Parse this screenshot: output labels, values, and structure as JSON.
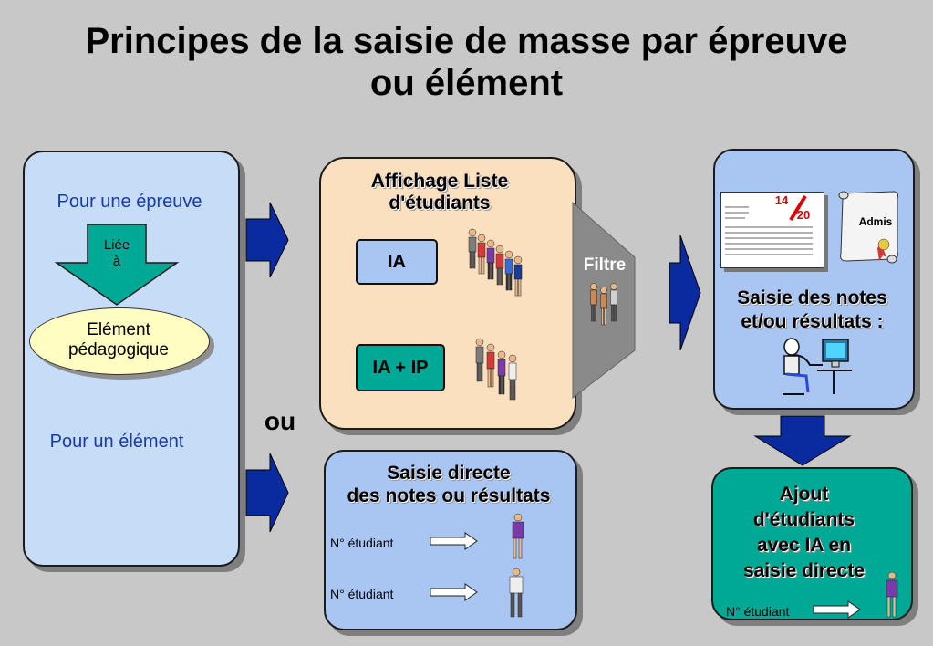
{
  "title_line1": "Principes de la saisie de masse par épreuve",
  "title_line2": "ou élément",
  "left_panel": {
    "epreuve_label": "Pour une épreuve",
    "arrow_label_line1": "Liée",
    "arrow_label_line2": "à",
    "ellipse_line1": "Elément",
    "ellipse_line2": "pédagogique",
    "element_label": "Pour un élément"
  },
  "ou_label": "ou",
  "list_panel": {
    "title_line1": "Affichage Liste",
    "title_line2": "d'étudiants",
    "btn_ia": "IA",
    "btn_ia_ip": "IA + IP"
  },
  "filter_label": "Filtre",
  "direct_panel": {
    "title_line1": "Saisie directe",
    "title_line2": "des notes ou résultats",
    "student_label_1": "N° étudiant",
    "student_label_2": "N° étudiant"
  },
  "notes_panel": {
    "grade_top": "14",
    "grade_bottom": "20",
    "admis_label": "Admis",
    "caption_line1": "Saisie des notes",
    "caption_line2": "et/ou résultats :"
  },
  "ajout_panel": {
    "line1": "Ajout",
    "line2": "d'étudiants",
    "line3": "avec IA en",
    "line4": "saisie directe",
    "student_label": "N° étudiant"
  },
  "colors": {
    "background": "#c8c8c8",
    "light_blue_panel": "#c6dcf7",
    "peach_panel": "#fbe0c0",
    "blue_panel": "#a9c5f2",
    "teal": "#00a896",
    "arrow_blue": "#0a2aa0",
    "filter_gray": "#8a8a8a",
    "ellipse_yellow": "#fffdc2"
  }
}
